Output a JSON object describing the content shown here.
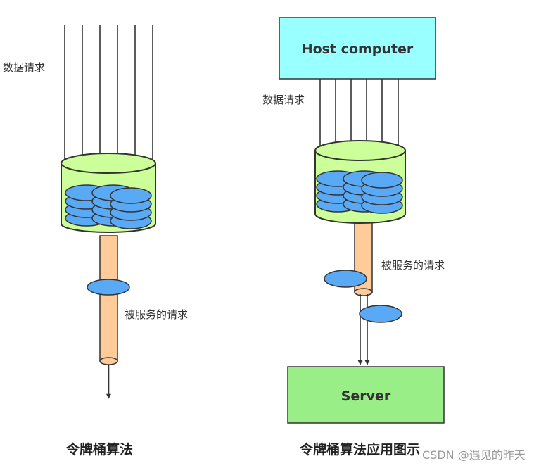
{
  "left_diagram": {
    "incoming_label": "数据请求",
    "served_label": "被服务的请求",
    "caption": "令牌桶算法"
  },
  "right_diagram": {
    "host_label": "Host computer",
    "incoming_label": "数据请求",
    "served_label": "被服务的请求",
    "server_label": "Server",
    "caption": "令牌桶算法应用图示"
  },
  "watermark": "CSDN @遇见的昨天",
  "colors": {
    "host_box": "#99ffff",
    "server_box": "#99ee88",
    "bucket": "#ccff99",
    "token": "#5aa9f5",
    "pipe": "#ffcc99",
    "stroke": "#333333"
  }
}
